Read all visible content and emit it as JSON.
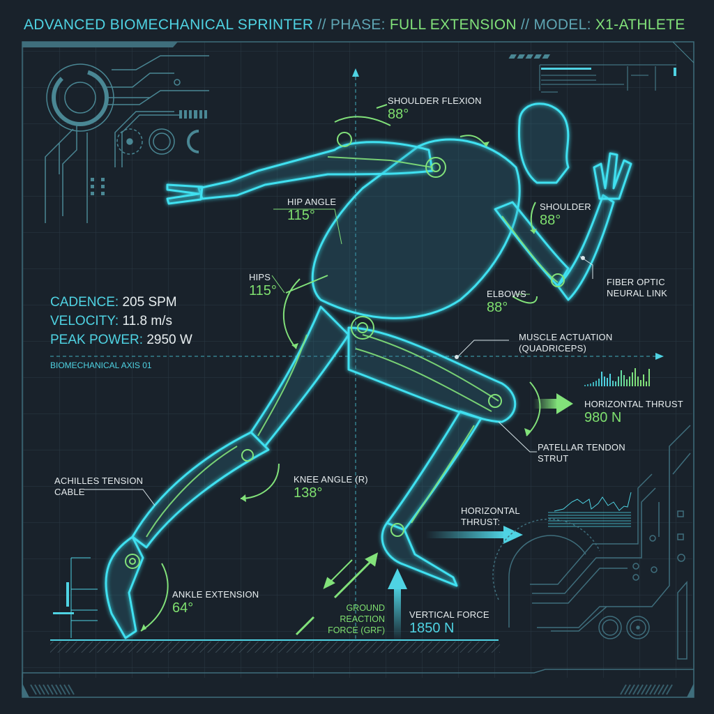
{
  "header": {
    "title_main": "ADVANCED BIOMECHANICAL SPRINTER",
    "sep1": " // ",
    "phase_key": "PHASE: ",
    "phase_value": "FULL EXTENSION",
    "sep2": " // ",
    "model_key": "MODEL: ",
    "model_value": "X1-ATHLETE"
  },
  "stats": {
    "cadence_key": "CADENCE: ",
    "cadence_value": "205 SPM",
    "velocity_key": "VELOCITY: ",
    "velocity_value": "11.8 m/s",
    "power_key": "PEAK POWER: ",
    "power_value": "2950 W",
    "axis_label": "BIOMECHANICAL AXIS 01"
  },
  "annotations": {
    "shoulder_flexion": {
      "label": "SHOULDER FLEXION",
      "value": "88°"
    },
    "hip_angle": {
      "label": "HIP ANGLE",
      "value": "115°"
    },
    "hips": {
      "label": "HIPS",
      "value": "115°"
    },
    "shoulder": {
      "label": "SHOULDER",
      "value": "88°"
    },
    "elbows": {
      "label": "ELBOWS",
      "value": "88°"
    },
    "fiber_optic": {
      "line1": "FIBER OPTIC",
      "line2": "NEURAL LINK"
    },
    "muscle_actuation": {
      "line1": "MUSCLE ACTUATION",
      "line2": "(QUADRICEPS)"
    },
    "horizontal_thrust_knee": {
      "label": "HORIZONTAL THRUST",
      "value": "980 N"
    },
    "patellar": {
      "line1": "PATELLAR TENDON",
      "line2": "STRUT"
    },
    "achilles": {
      "line1": "ACHILLES TENSION",
      "line2": "CABLE"
    },
    "knee_angle": {
      "label": "KNEE ANGLE (R)",
      "value": "138°"
    },
    "horizontal_thrust_foot": {
      "line1": "HORIZONTAL",
      "line2": "THRUST:"
    },
    "ankle_extension": {
      "label": "ANKLE EXTENSION",
      "value": "64°"
    },
    "grf": {
      "line1": "GROUND REACTION",
      "line2": "FORCE (GRF)"
    },
    "vertical_force": {
      "label": "VERTICAL FORCE",
      "value": "1850 N"
    }
  },
  "colors": {
    "background": "#19222b",
    "grid": "#2a3a44",
    "frame": "#3f6e7c",
    "cyan": "#4fd3e3",
    "green": "#82e27a",
    "text": "#e8eef0"
  },
  "icons": {
    "title_separator": "double-slash",
    "force_arrows": [
      "horizontal-thrust-arrow-green",
      "horizontal-thrust-arrow-cyan",
      "vertical-force-arrow-cyan",
      "grf-arrow-green"
    ],
    "decorations": [
      "hud-ring-icon",
      "circuit-traces",
      "mini-bar-chart",
      "mini-line-chart",
      "dial-icon"
    ]
  }
}
